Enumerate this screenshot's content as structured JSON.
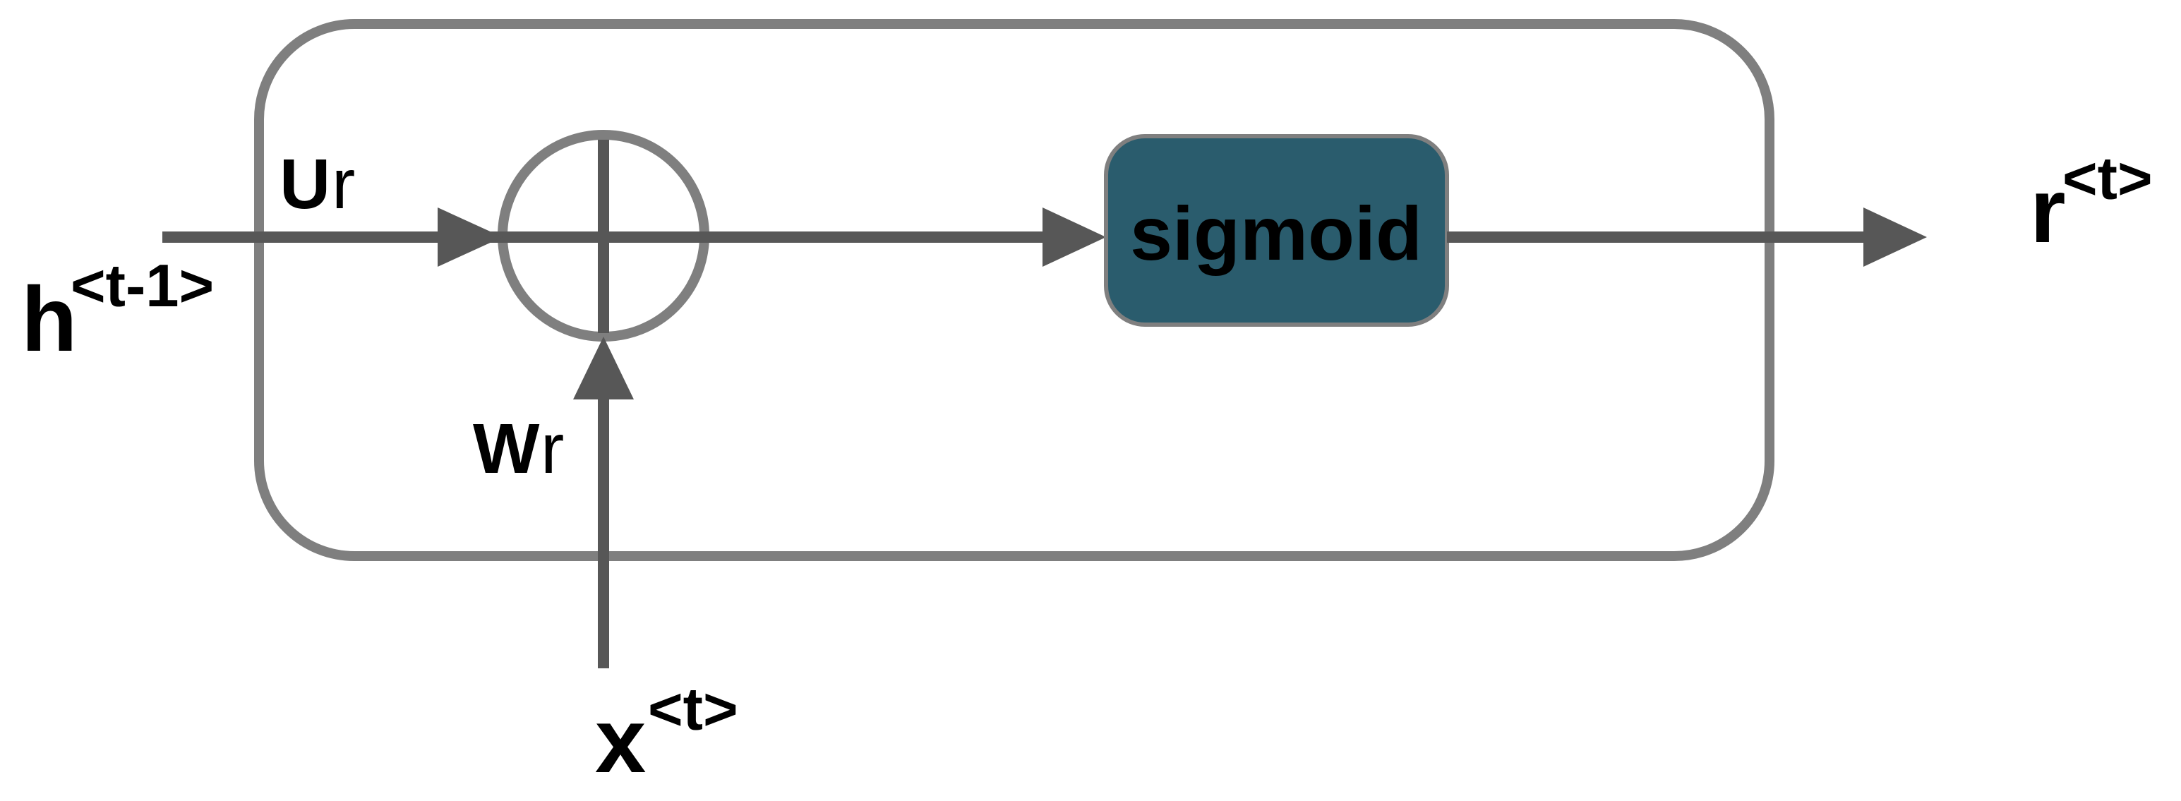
{
  "labels": {
    "hidden_state": {
      "base": "h",
      "sup": "<t-1>"
    },
    "recurrent_weight": {
      "main": "U",
      "sub": "r"
    },
    "input_weight": {
      "main": "W",
      "sub": "r"
    },
    "input_vector": {
      "base": "x",
      "sup": "<t>"
    },
    "gate_output": {
      "base": "r",
      "sup": "<t>"
    },
    "activation": "sigmoid"
  },
  "colors": {
    "boundary_stroke": "#7f7f7f",
    "flow_stroke": "#575757",
    "activation_fill": "#2a5c6d",
    "activation_border": "#7f7f7f",
    "activation_text": "#ffffff",
    "label_text": "#000000",
    "background": "#ffffff"
  }
}
